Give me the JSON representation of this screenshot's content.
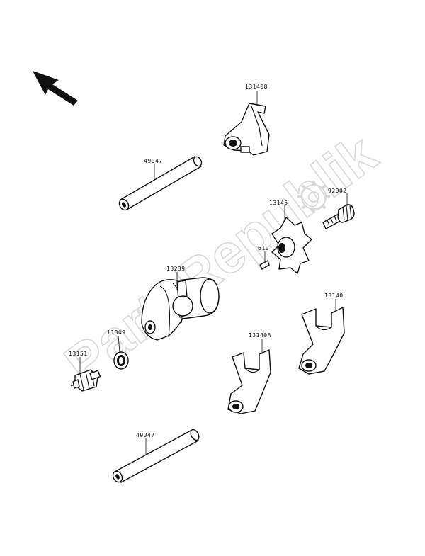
{
  "watermark": {
    "text": "PartsRepublik"
  },
  "parts": [
    {
      "id": "13140B",
      "label": "131408"
    },
    {
      "id": "49047-upper",
      "label": "49047"
    },
    {
      "id": "92002",
      "label": "92002"
    },
    {
      "id": "13145",
      "label": "13145"
    },
    {
      "id": "610",
      "label": "610"
    },
    {
      "id": "13239",
      "label": "13239"
    },
    {
      "id": "13140",
      "label": "13140"
    },
    {
      "id": "11009",
      "label": "11009"
    },
    {
      "id": "13140A",
      "label": "13140A"
    },
    {
      "id": "13151",
      "label": "13151"
    },
    {
      "id": "49047-lower",
      "label": "49047"
    }
  ],
  "colors": {
    "ink": "#111111",
    "watermark": "#d8d8d8",
    "background": "#ffffff"
  },
  "icons": {
    "direction": "arrow-up-left-icon",
    "watermark_logo": "gear-icon"
  }
}
